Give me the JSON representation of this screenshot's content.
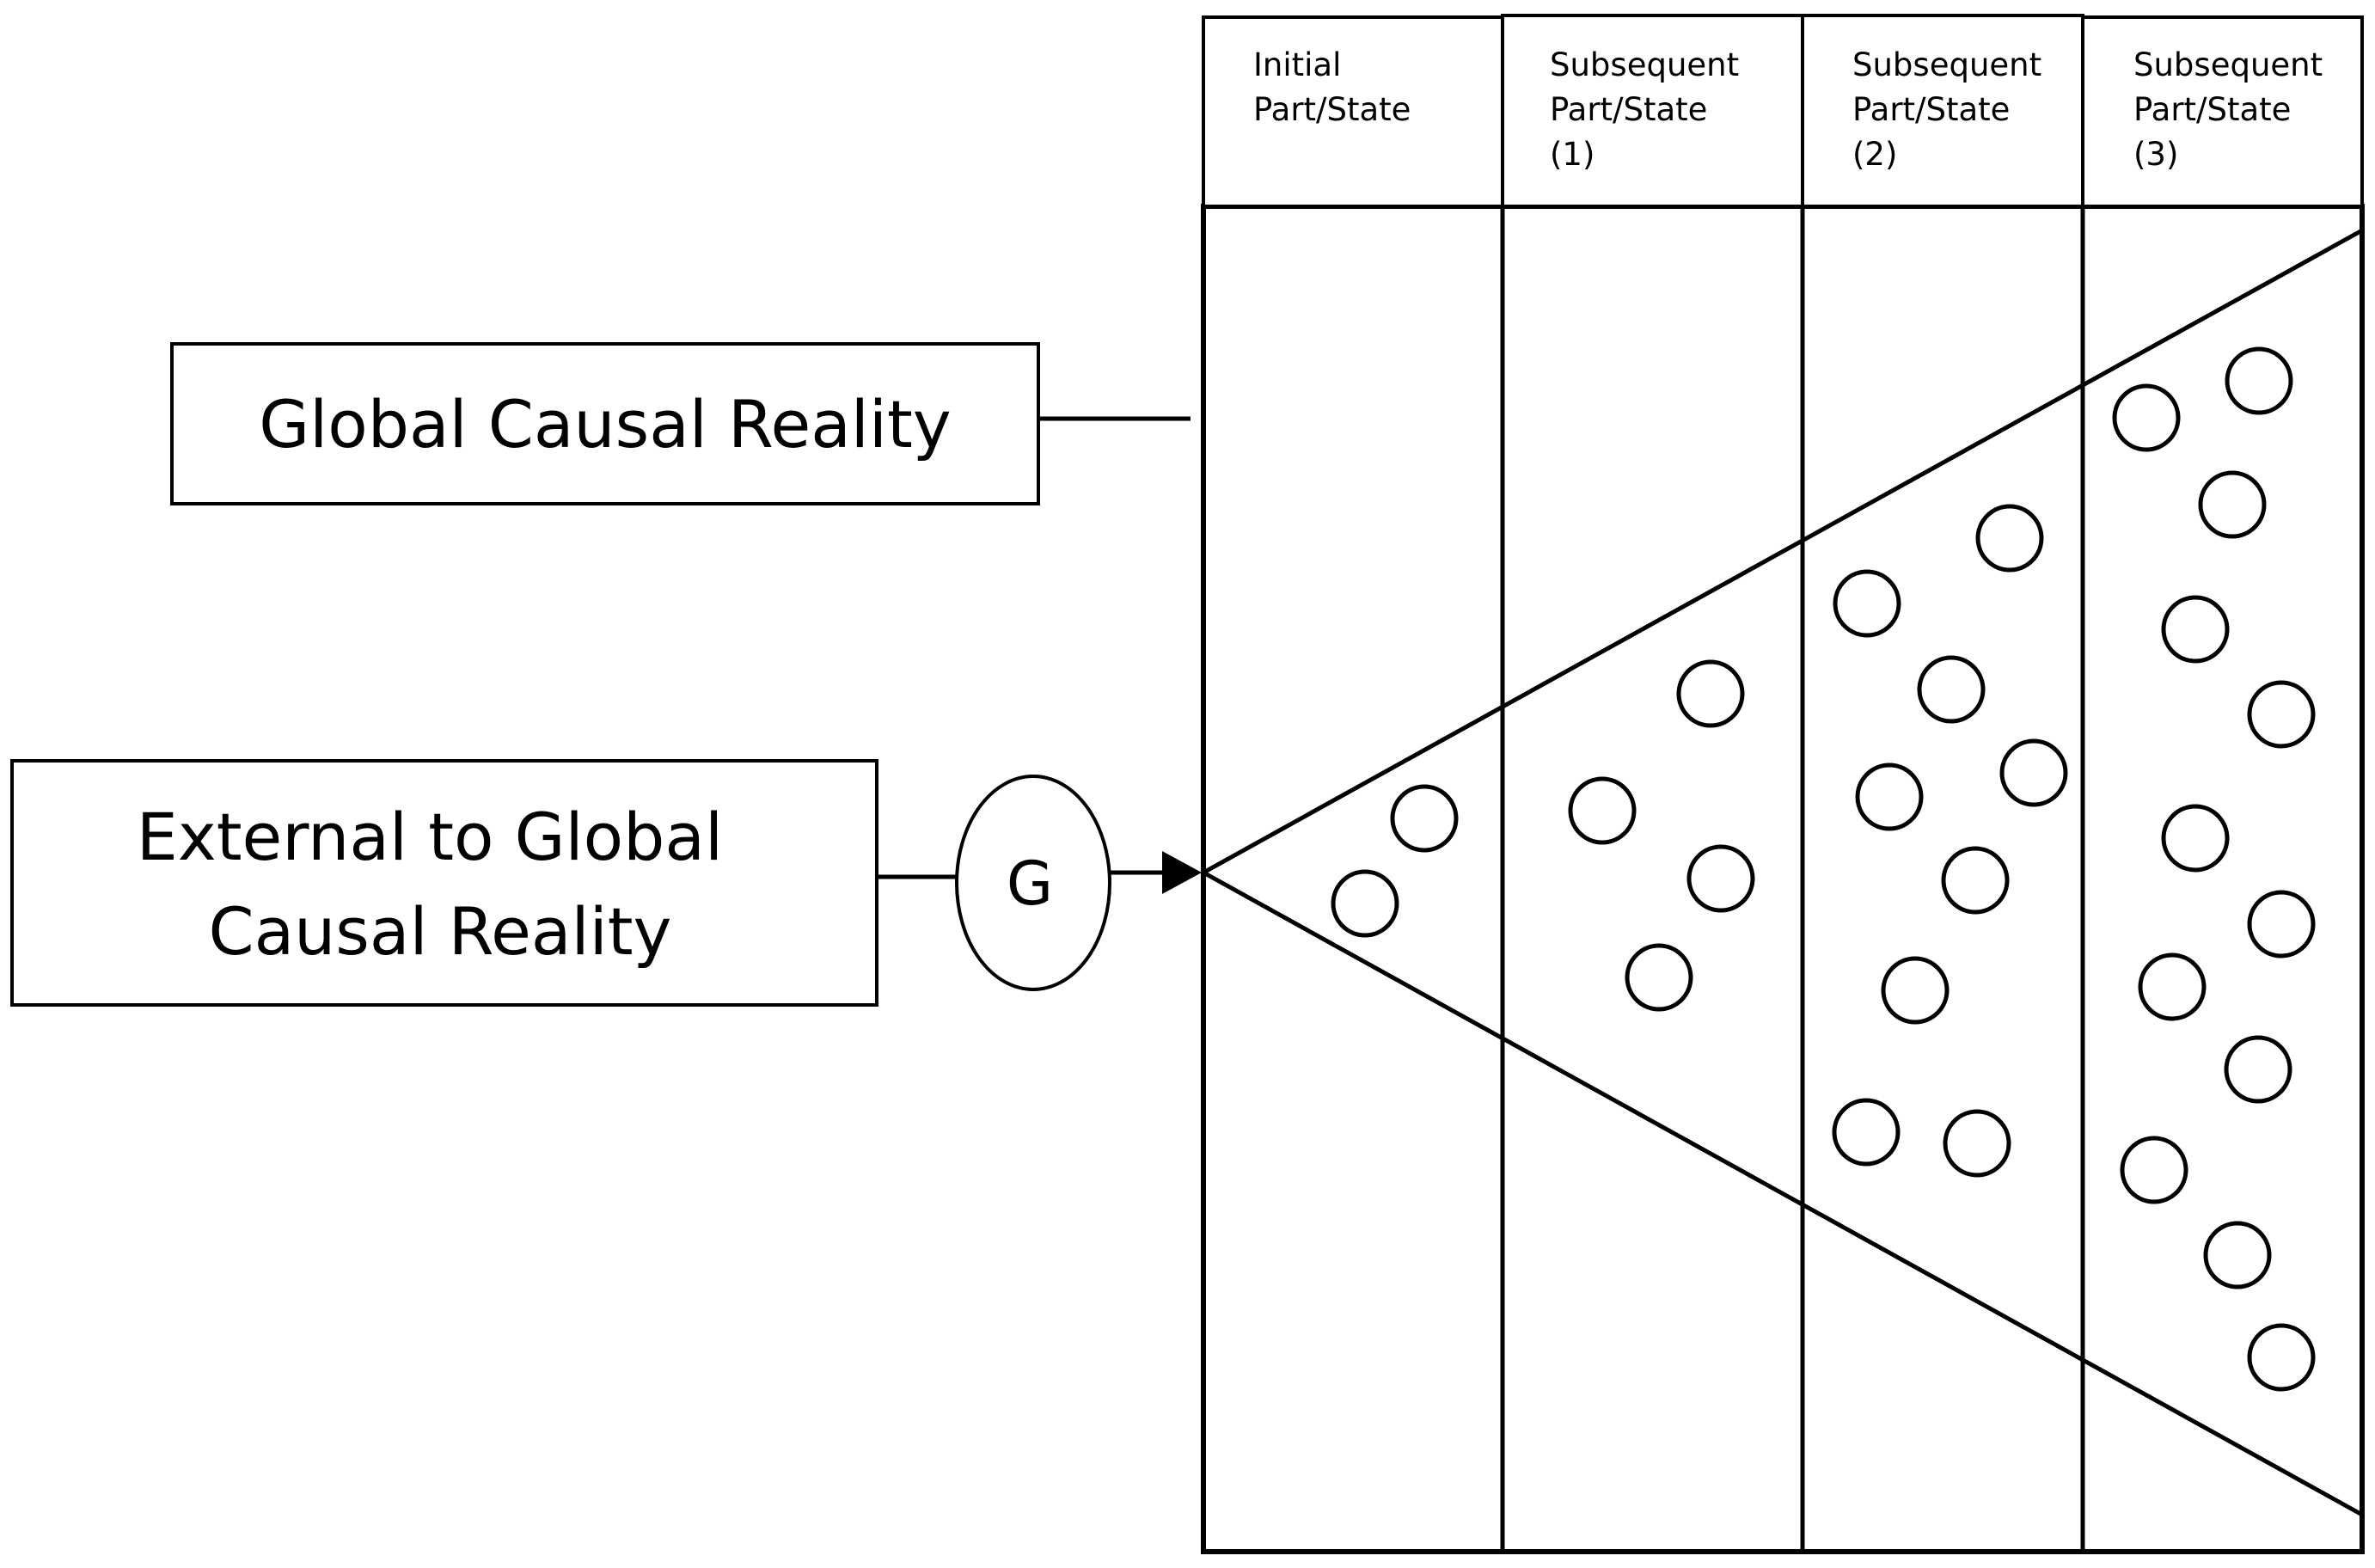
{
  "columns": [
    {
      "lines": [
        "Initial",
        "Part/State"
      ]
    },
    {
      "lines": [
        "Subsequent",
        "Part/State",
        "(1)"
      ]
    },
    {
      "lines": [
        "Subsequent",
        "Part/State",
        "(2)"
      ]
    },
    {
      "lines": [
        "Subsequent",
        "Part/State",
        "(3)"
      ]
    }
  ],
  "global_box": {
    "label": "Global Causal Reality"
  },
  "external_box": {
    "line1": "External to Global",
    "line2": "Causal Reality"
  },
  "node": {
    "label": "G"
  }
}
